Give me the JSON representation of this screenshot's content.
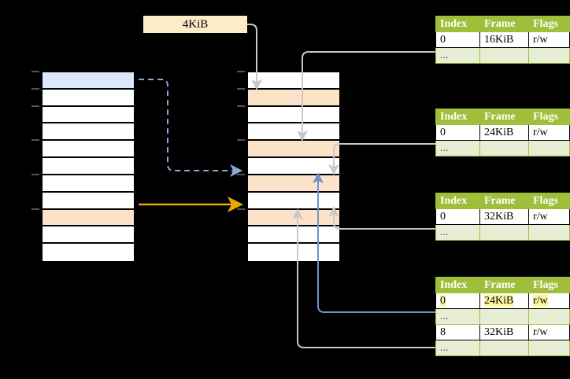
{
  "diagram": {
    "title": "multi-level page table translation",
    "background_color": "#000000",
    "size_label": {
      "text": "4KiB"
    },
    "colors": {
      "header_green": "#9fbf3b",
      "ellipsis_green": "#e8eed4",
      "highlight_peach": "#fde2ca",
      "highlight_blue": "#dbe8f9",
      "highlight_yellow": "#fdf6a0",
      "orange_arrow": "#e8a800",
      "blue_arrow": "#6f93c9",
      "gray_arrow": "#c8c8c8"
    },
    "virtual_column": {
      "name": "virtual-address-space",
      "row_count": 11,
      "rows": [
        {
          "fill": "blue"
        },
        {
          "fill": "white"
        },
        {
          "fill": "white"
        },
        {
          "fill": "white"
        },
        {
          "fill": "white"
        },
        {
          "fill": "white"
        },
        {
          "fill": "white"
        },
        {
          "fill": "white"
        },
        {
          "fill": "peach"
        },
        {
          "fill": "white"
        },
        {
          "fill": "white"
        }
      ]
    },
    "physical_column": {
      "name": "physical-address-space",
      "row_count": 11,
      "rows": [
        {
          "fill": "white"
        },
        {
          "fill": "peach"
        },
        {
          "fill": "white"
        },
        {
          "fill": "white"
        },
        {
          "fill": "peach"
        },
        {
          "fill": "white"
        },
        {
          "fill": "peach"
        },
        {
          "fill": "white"
        },
        {
          "fill": "peach"
        },
        {
          "fill": "white"
        },
        {
          "fill": "white"
        }
      ]
    },
    "tables": [
      {
        "name": "page-table-1",
        "headers": [
          "Index",
          "Frame",
          "Flags"
        ],
        "rows": [
          {
            "index": "0",
            "frame": "16KiB",
            "flags": "r/w",
            "highlight": false
          },
          {
            "index": "...",
            "frame": "",
            "flags": "",
            "ellipsis": true
          }
        ]
      },
      {
        "name": "page-table-2",
        "headers": [
          "Index",
          "Frame",
          "Flags"
        ],
        "rows": [
          {
            "index": "0",
            "frame": "24KiB",
            "flags": "r/w",
            "highlight": false
          },
          {
            "index": "...",
            "frame": "",
            "flags": "",
            "ellipsis": true
          }
        ]
      },
      {
        "name": "page-table-3",
        "headers": [
          "Index",
          "Frame",
          "Flags"
        ],
        "rows": [
          {
            "index": "0",
            "frame": "32KiB",
            "flags": "r/w",
            "highlight": false
          },
          {
            "index": "...",
            "frame": "",
            "flags": "",
            "ellipsis": true
          }
        ]
      },
      {
        "name": "page-table-4",
        "headers": [
          "Index",
          "Frame",
          "Flags"
        ],
        "rows": [
          {
            "index": "0",
            "frame": "24KiB",
            "flags": "r/w",
            "highlight": true
          },
          {
            "index": "...",
            "frame": "",
            "flags": "",
            "ellipsis": true
          },
          {
            "index": "8",
            "frame": "32KiB",
            "flags": "r/w",
            "highlight": false
          },
          {
            "index": "...",
            "frame": "",
            "flags": "",
            "ellipsis": true
          }
        ]
      }
    ]
  }
}
